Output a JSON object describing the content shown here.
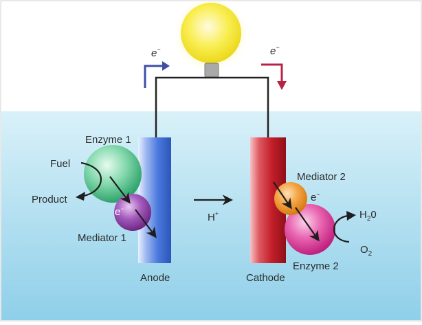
{
  "labels": {
    "electron_left": "e",
    "electron_left_sup": "−",
    "electron_right": "e",
    "electron_right_sup": "−",
    "enzyme1": "Enzyme 1",
    "fuel": "Fuel",
    "product": "Product",
    "mediator1": "Mediator 1",
    "mediator1_electron": "e",
    "mediator1_electron_sup": "−",
    "anode": "Anode",
    "proton": "H",
    "proton_sup": "+",
    "cathode": "Cathode",
    "mediator2": "Mediator 2",
    "mediator2_electron": "e",
    "mediator2_electron_sup": "−",
    "water_h": "H",
    "water_sub": "2",
    "water_o": "0",
    "oxygen_o": "O",
    "oxygen_sub": "2",
    "enzyme2": "Enzyme 2"
  },
  "colors": {
    "water_top": "#d9f1f9",
    "water_bottom": "#8fcfe9",
    "bulb": "#f7ea3a",
    "anode": "#3f6fd6",
    "cathode": "#c41f2a",
    "enzyme1": "#57c48f",
    "mediator1": "#8e3fa5",
    "mediator2": "#f29a33",
    "enzyme2": "#e23c9a",
    "arrow_blue": "#3c4ea8",
    "arrow_red": "#b52447"
  }
}
